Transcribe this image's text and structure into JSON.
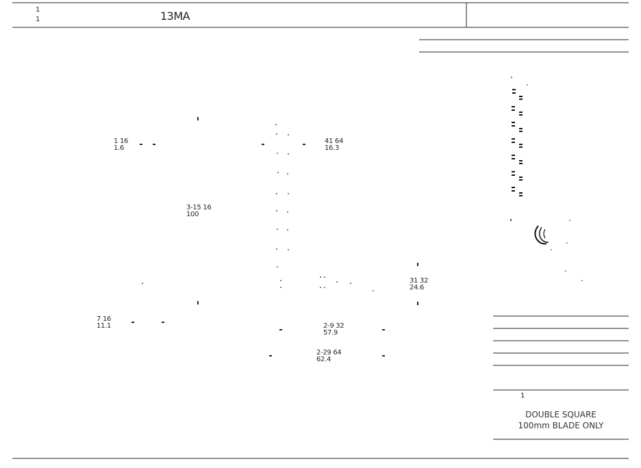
{
  "title_block": {
    "sheet_top": "1",
    "sheet_bottom": "1",
    "part_number": "13MA"
  },
  "dimensions": {
    "d1": {
      "imperial": "1 16",
      "metric": "1.6"
    },
    "d2": {
      "imperial": "41 64",
      "metric": "16.3"
    },
    "d3": {
      "imperial": "3-15 16",
      "metric": "100"
    },
    "d4": {
      "imperial": "31 32",
      "metric": "24.6"
    },
    "d5": {
      "imperial": "7 16",
      "metric": "11.1"
    },
    "d6": {
      "imperial": "2-9 32",
      "metric": "57.9"
    },
    "d7": {
      "imperial": "2-29 64",
      "metric": "62.4"
    }
  },
  "notes": {
    "small_label": "1",
    "line1": "DOUBLE SQUARE",
    "line2": "100mm BLADE ONLY"
  }
}
